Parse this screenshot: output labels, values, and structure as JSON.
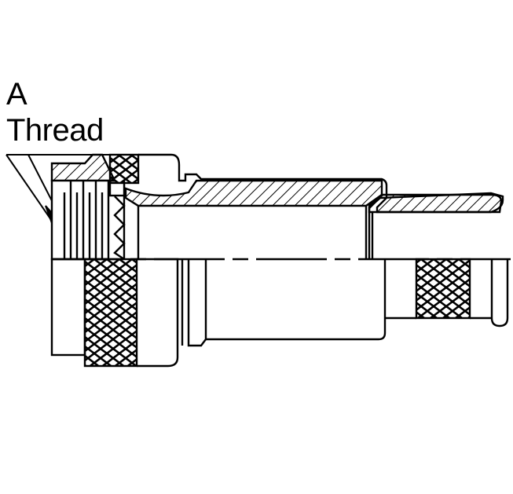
{
  "diagram": {
    "type": "connector-cross-section",
    "labels": {
      "line1": "A",
      "line2": "Thread"
    },
    "colors": {
      "stroke": "#000000",
      "background": "#ffffff"
    }
  }
}
